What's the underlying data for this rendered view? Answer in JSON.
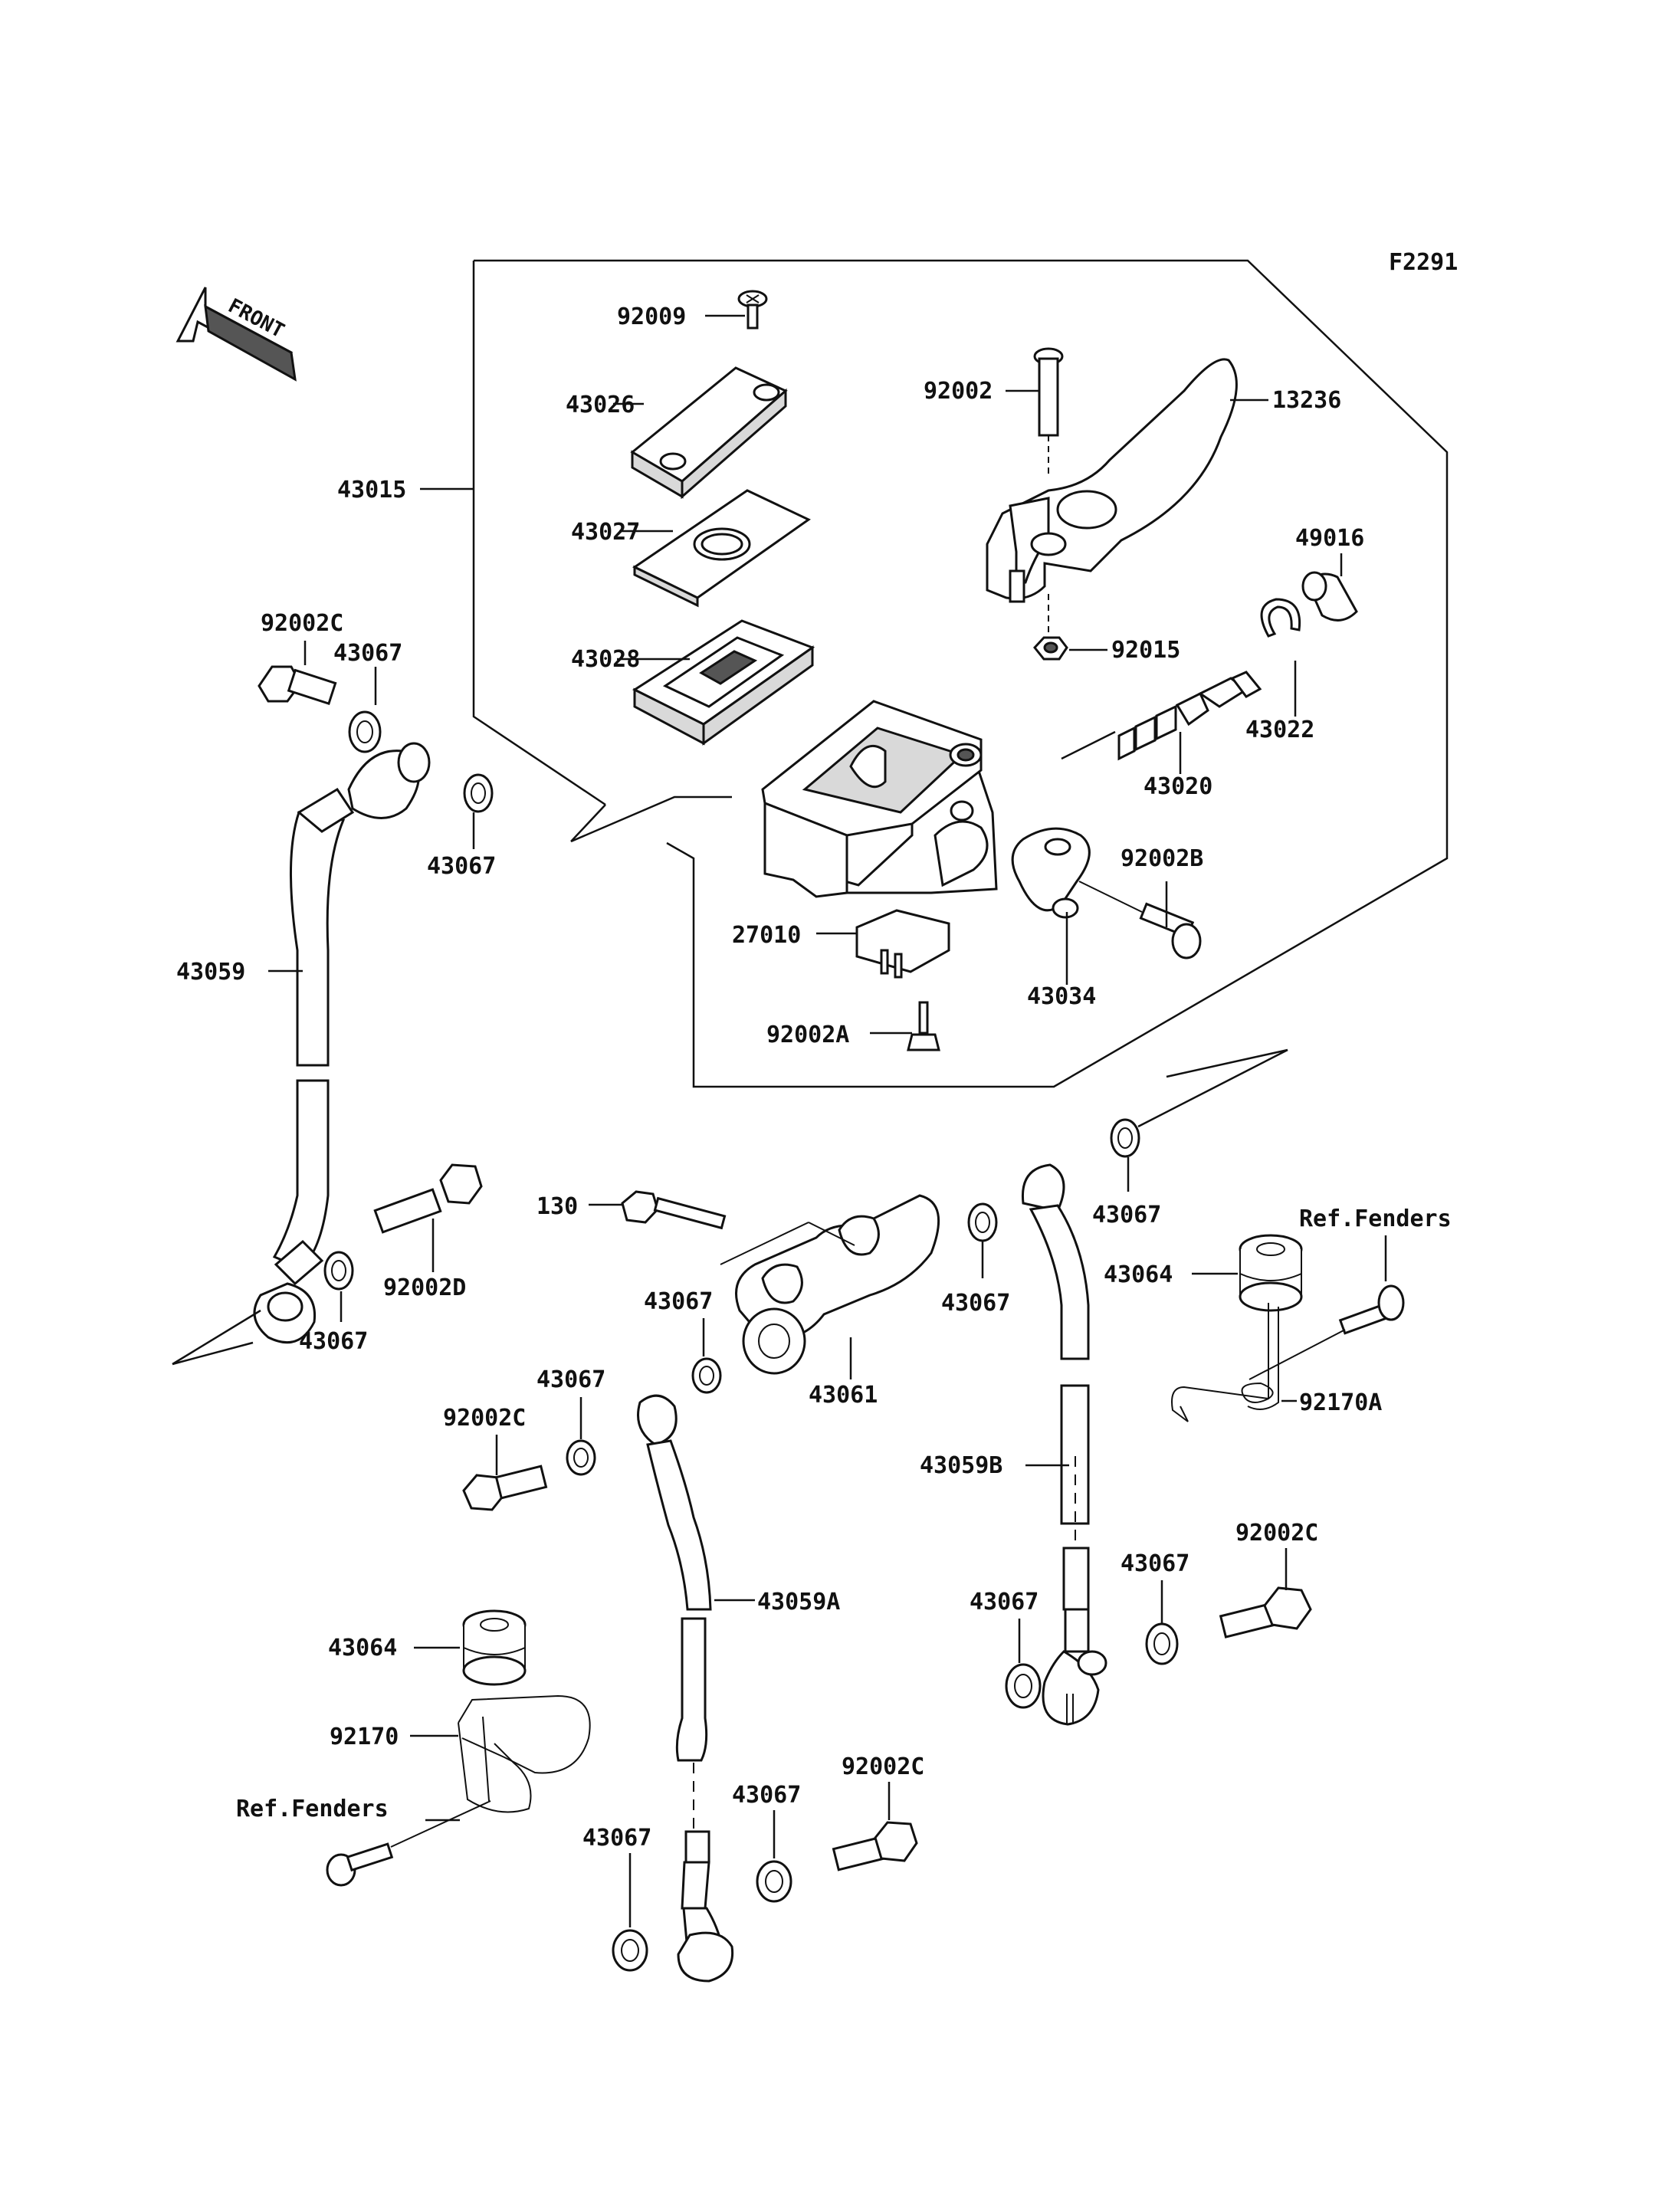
{
  "figure_code": "F2291",
  "front_arrow_text": "FRONT",
  "labels": {
    "p92009": "92009",
    "p43026": "43026",
    "p43027": "43027",
    "p43028": "43028",
    "p43015": "43015",
    "p92002": "92002",
    "p13236": "13236",
    "p49016": "49016",
    "p92015": "92015",
    "p43022": "43022",
    "p43020": "43020",
    "p92002B": "92002B",
    "p27010": "27010",
    "p43034": "43034",
    "p92002A": "92002A",
    "p92002C_a": "92002C",
    "p43067_a": "43067",
    "p43067_b": "43067",
    "p43059": "43059",
    "p43067_c": "43067",
    "p92002D": "92002D",
    "p130": "130",
    "p43067_d": "43067",
    "p43061": "43061",
    "p43067_e": "43067",
    "p43067_f": "43067",
    "p43067_g": "43067",
    "p92002C_b": "92002C",
    "p43064_a": "43064",
    "p92170": "92170",
    "ref_fenders_a": "Ref.Fenders",
    "p43059A": "43059A",
    "p43067_h": "43067",
    "p43067_i": "43067",
    "p92002C_c": "92002C",
    "p43059B": "43059B",
    "ref_fenders_b": "Ref.Fenders",
    "p43064_b": "43064",
    "p92170A": "92170A",
    "p43067_j": "43067",
    "p92002C_d": "92002C",
    "p43067_k": "43067"
  }
}
